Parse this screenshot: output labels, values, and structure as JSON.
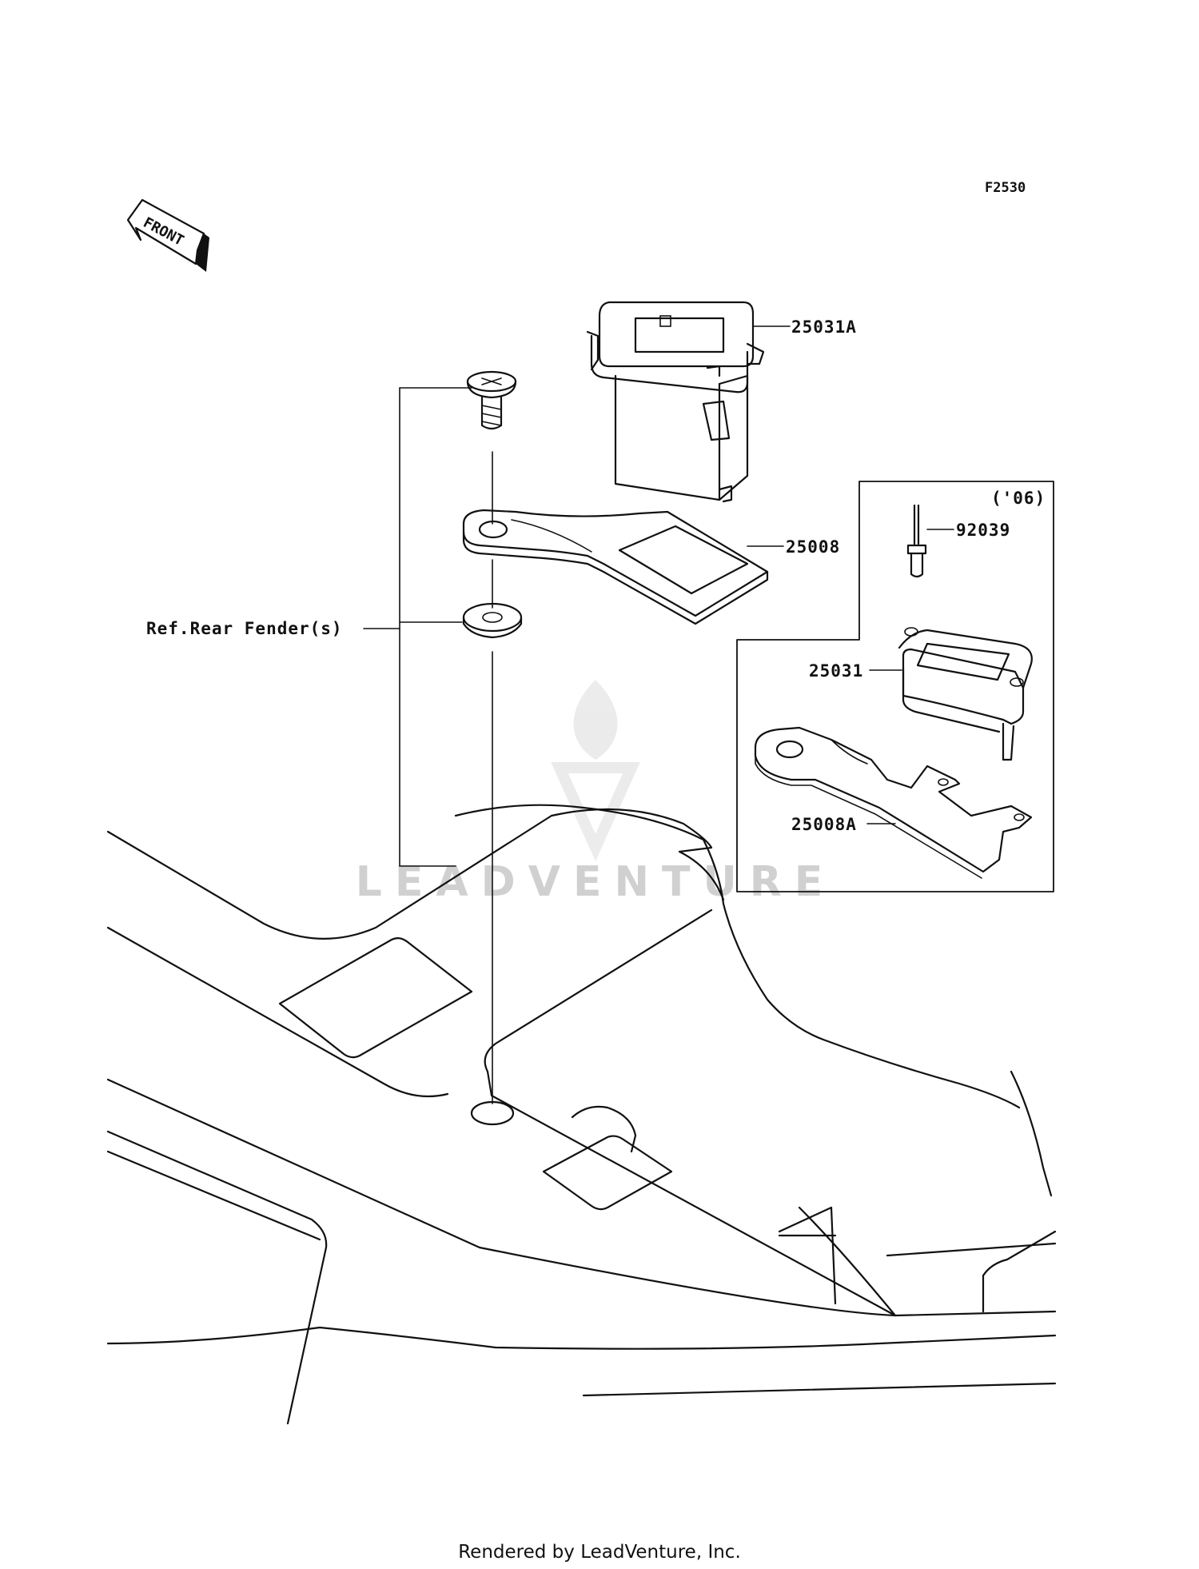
{
  "figure_code": "F2530",
  "front_label": "FRONT",
  "callouts": {
    "hour_meter_main": "25031A",
    "bracket_main": "25008",
    "reference": "Ref.Rear Fender(s)",
    "inset_year": "('06)",
    "rivet": "92039",
    "hour_meter_inset": "25031",
    "bracket_inset": "25008A"
  },
  "watermark": "LEADVENTURE",
  "footer": "Rendered by LeadVenture, Inc."
}
